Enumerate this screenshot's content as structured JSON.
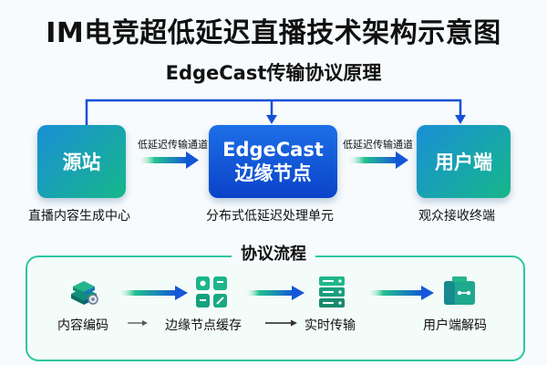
{
  "header": {
    "title": "IM电竞超低延迟直播技术架构示意图",
    "subtitle": "EdgeCast传输协议原理"
  },
  "nodes": [
    {
      "label_lines": [
        "源站"
      ],
      "caption": "直播内容生成中心"
    },
    {
      "label_lines": [
        "EdgeCast",
        "边缘节点"
      ],
      "caption": "分布式低延迟处理单元"
    },
    {
      "label_lines": [
        "用户端"
      ],
      "caption": "观众接收终端"
    }
  ],
  "channels": [
    "低延迟传输通道",
    "低延迟传输通道"
  ],
  "protocol_flow": {
    "title": "协议流程",
    "steps": [
      {
        "label": "内容编码",
        "icon": "cube-layers-icon"
      },
      {
        "label": "边缘节点缓存",
        "icon": "grid-tiles-icon"
      },
      {
        "label": "实时传输",
        "icon": "server-stack-icon"
      },
      {
        "label": "用户端解码",
        "icon": "decoder-device-icon"
      }
    ]
  },
  "colors": {
    "edge_node": "#0a43c9",
    "end_node_start": "#1a8fd6",
    "end_node_end": "#16b78a",
    "connector": "#1550d6",
    "flow_border": "#2cc7a0"
  }
}
